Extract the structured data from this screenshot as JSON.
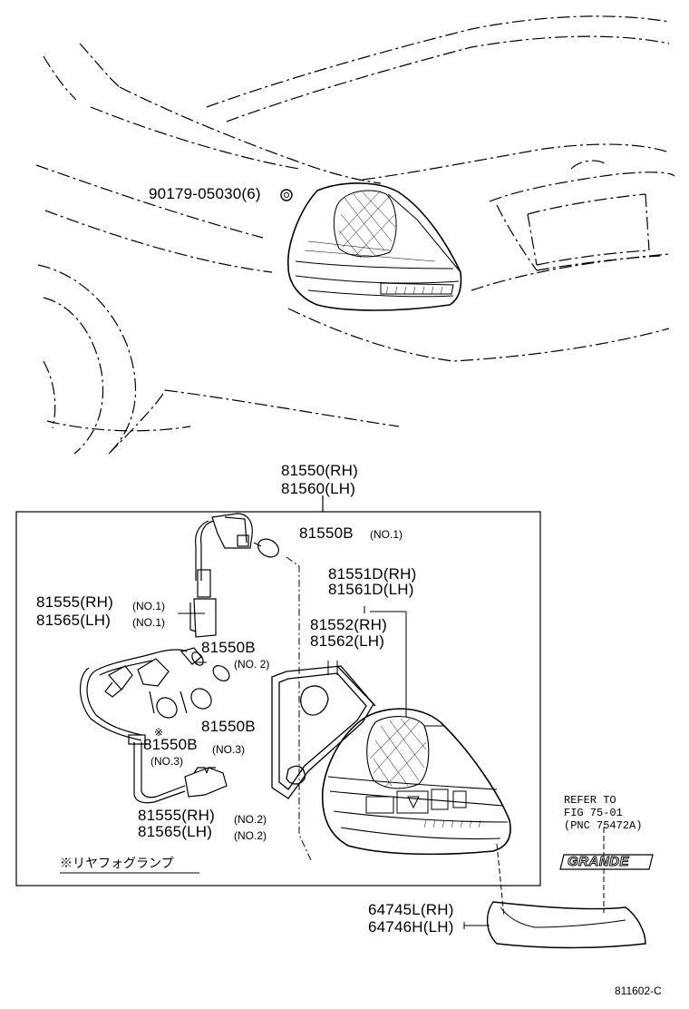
{
  "figure_code": "811602-C",
  "labels": {
    "clip": "90179-05030(6)",
    "lamp_rh": "81550(RH)",
    "lamp_lh": "81560(LH)",
    "bulb_no1": "81550B",
    "bulb_no1_note": "(NO.1)",
    "lens_rh": "81551D(RH)",
    "lens_lh": "81561D(LH)",
    "gasket_rh": "81552(RH)",
    "gasket_lh": "81562(LH)",
    "socket1_rh": "81555(RH)",
    "socket1_lh": "81565(LH)",
    "socket1_note_a": "(NO.1)",
    "socket1_note_b": "(NO.1)",
    "bulb_no2": "81550B",
    "bulb_no2_note": "(NO. 2)",
    "bulb_plain": "81550B",
    "bulb_star": "81550B",
    "bulb_star_note": "(NO.3)",
    "bulb_plain_note": "(NO.3)",
    "socket2_rh": "81555(RH)",
    "socket2_lh": "81565(LH)",
    "socket2_note_a": "(NO.2)",
    "socket2_note_b": "(NO.2)",
    "footnote": "※リヤフォグランプ",
    "star_mark": "※",
    "emblem_rh": "64745L(RH)",
    "emblem_lh": "64746H(LH)",
    "refer_1": "REFER TO",
    "refer_2": "FIG 75-01",
    "refer_3": "(PNC 75472A)",
    "emblem_text": "GRANDE"
  }
}
